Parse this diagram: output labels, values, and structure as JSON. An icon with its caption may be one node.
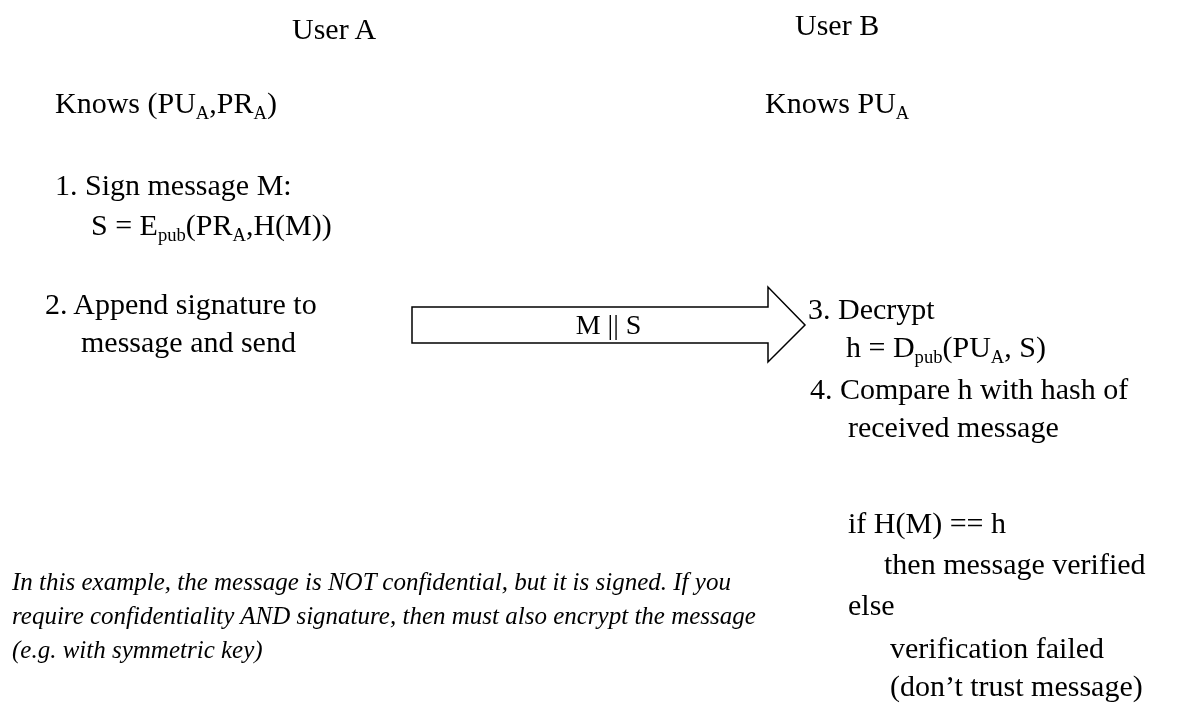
{
  "diagram": {
    "nodes": [
      {
        "text": [
          "2. Append signature to message and send"
        ]
      },
      {
        "text": [
          "3. Decrypt",
          "h = D$_{pub}$(PU$_{A}$, S)"
        ]
      }
    ],
    "edges": [
      {
        "from": 0,
        "to": 1,
        "arrow": "to",
        "label": "M || S"
      }
    ],
    "labels": [
      "User A",
      "User B",
      "Knows (PU$_{A}$,PR$_{A}$)",
      "Knows PU$_{A}$",
      "1. Sign message M:",
      "S = E$_{pub}$(PR$_{A}$,H(M))",
      "4. Compare h with hash of received message",
      "if H(M) == h",
      "then message verified",
      "else",
      "verification failed (don’t trust message)",
      "In this example, the message is NOT confidential, but it is signed. If you require confidentiality AND signature, then must also encrypt the message (e.g. with symmetric key)"
    ]
  }
}
